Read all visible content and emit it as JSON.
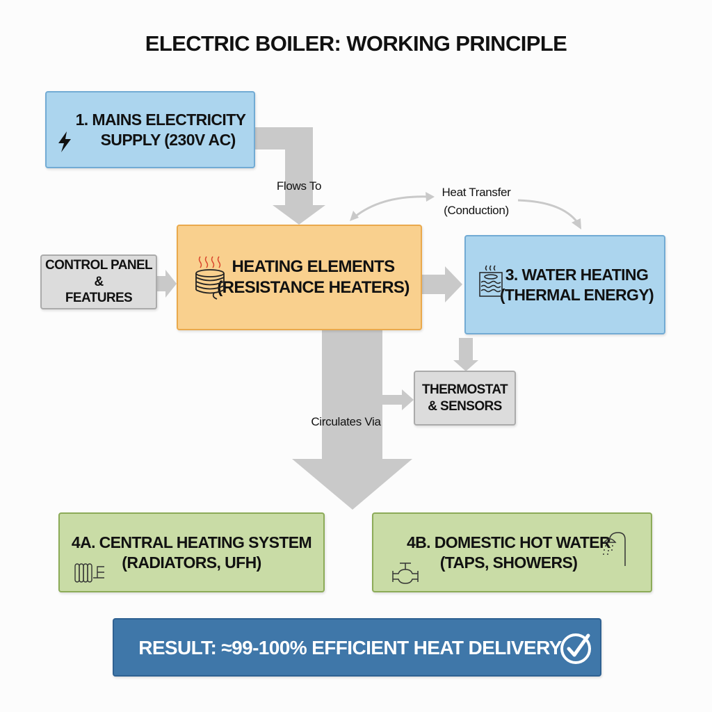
{
  "title": "ELECTRIC BOILER: WORKING PRINCIPLE",
  "nodes": {
    "mains": {
      "line1": "1.  MAINS ELECTRICITY",
      "line2": "SUPPLY (230V AC)",
      "icon": "lightning-icon"
    },
    "heating": {
      "line1": "HEATING ELEMENTS",
      "line2": "(RESISTANCE HEATERS)",
      "icon": "heating-coil-icon"
    },
    "control": {
      "line1": "CONTROL PANEL &",
      "line2": "FEATURES"
    },
    "water": {
      "line1": "3. WATER HEATING",
      "line2": "(THERMAL ENERGY)",
      "icon": "water-heating-icon"
    },
    "thermostat": {
      "line1": "THERMOSTAT",
      "line2": "& SENSORS"
    },
    "central": {
      "line1": "4A. CENTRAL HEATING SYSTEM",
      "line2": "(RADIATORS, UFH)",
      "icon": "radiator-icon"
    },
    "dhw": {
      "line1": "4B. DOMESTIC HOT WATER",
      "line2": "(TAPS, SHOWERS)",
      "icons": [
        "tap-icon",
        "shower-icon"
      ]
    },
    "result": {
      "text": "RESULT: ≈99-100% EFFICIENT HEAT DELIVERY",
      "icon": "check-circle-icon"
    }
  },
  "labels": {
    "flows_to": "Flows To",
    "heat_transfer_1": "Heat Transfer",
    "heat_transfer_2": "(Conduction)",
    "circulates_via": "Circulates Via"
  },
  "colors": {
    "blue": "#acd5ee",
    "orange": "#f9d08e",
    "gray": "#dcdcdc",
    "green": "#c9dca6",
    "result": "#3f77a9",
    "arrow": "#c9c9c9"
  }
}
